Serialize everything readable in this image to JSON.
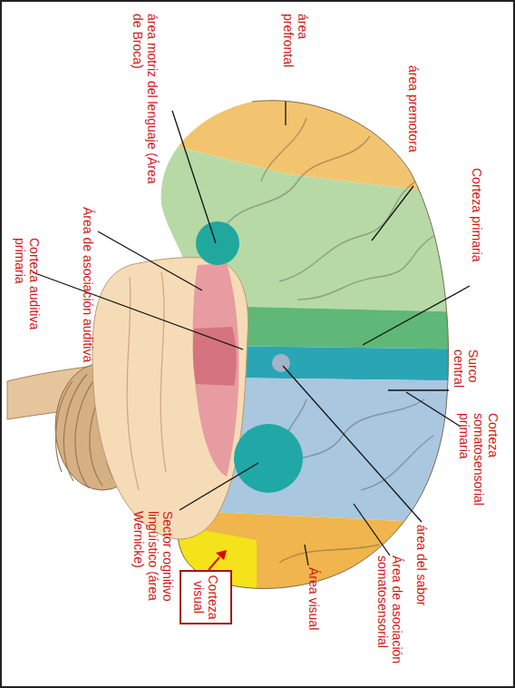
{
  "diagram": {
    "nodes": [
      {
        "text": [
          "Corteza visual"
        ]
      }
    ],
    "labels": [
      "área prefrontal",
      "área motriz del lenguaje (Área de Broca)",
      "área premotora",
      "Corteza primaria",
      "Área de asociación auditiva",
      "Corteza auditiva primaria",
      "Surco central",
      "Corteza somatosensorial primaria",
      "área del sabor",
      "Área de asociación somatosensorial",
      "Área visual",
      "Sector cognitivo lingüístico (área Wernicke)"
    ]
  }
}
